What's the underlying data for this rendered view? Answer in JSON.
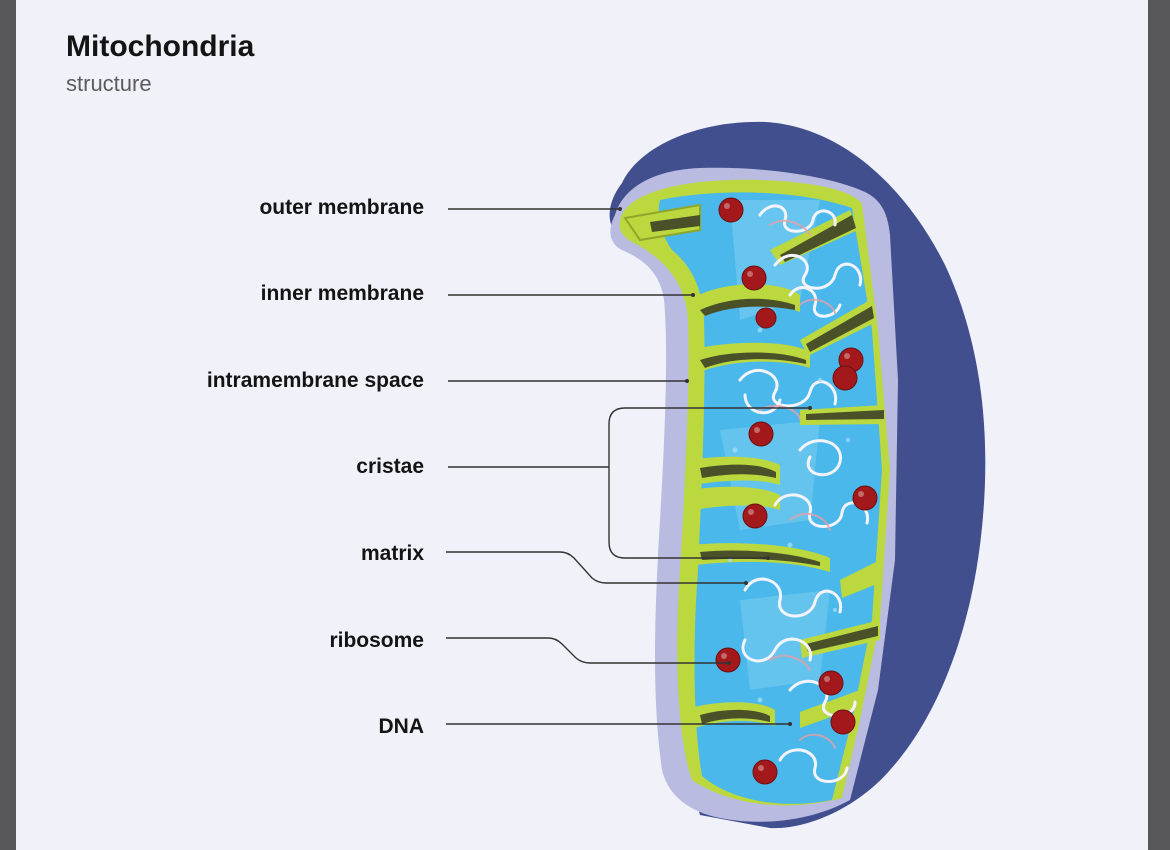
{
  "title": "Mitochondria",
  "subtitle": "structure",
  "labels": {
    "outer_membrane": "outer membrane",
    "inner_membrane": "inner membrane",
    "intramembrane_space": "intramembrane space",
    "cristae": "cristae",
    "matrix": "matrix",
    "ribosome": "ribosome",
    "dna": "DNA"
  },
  "colors": {
    "outer_shell": "#414f8f",
    "intermembrane": "#b9bce0",
    "inner_membrane": "#bcd83f",
    "matrix": "#4ab8ea",
    "fold_shadow": "#4a5128",
    "ribosome": "#a3191b",
    "dna": "#f4f4ff"
  }
}
